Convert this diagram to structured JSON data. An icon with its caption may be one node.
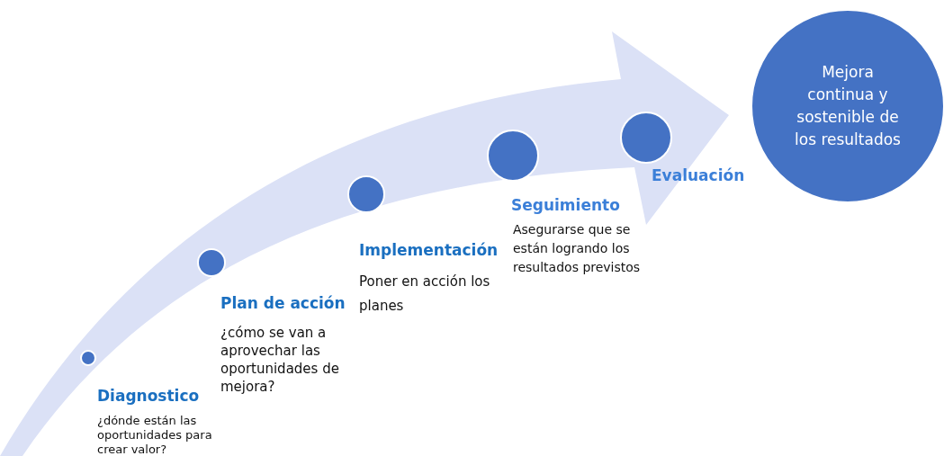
{
  "diagram": {
    "nodes": [
      {
        "text": [],
        "shape": "circle",
        "beside": [
          "Diagnostico",
          "¿dónde están las oportunidades para crear valor?"
        ]
      },
      {
        "text": [],
        "shape": "circle",
        "beside": [
          "Plan de acción",
          "¿cómo se van a aprovechar las oportunidades de mejora?"
        ]
      },
      {
        "text": [],
        "shape": "circle",
        "beside": [
          "Implementación",
          "Poner en acción los planes"
        ]
      },
      {
        "text": [],
        "shape": "circle",
        "beside": [
          "Seguimiento",
          "Asegurarse que se están logrando los resultados previstos"
        ]
      },
      {
        "text": [],
        "shape": "circle",
        "beside": [
          "Evaluación"
        ]
      },
      {
        "text": [
          "Mejora continua y sostenible de los resultados"
        ]
      }
    ]
  }
}
